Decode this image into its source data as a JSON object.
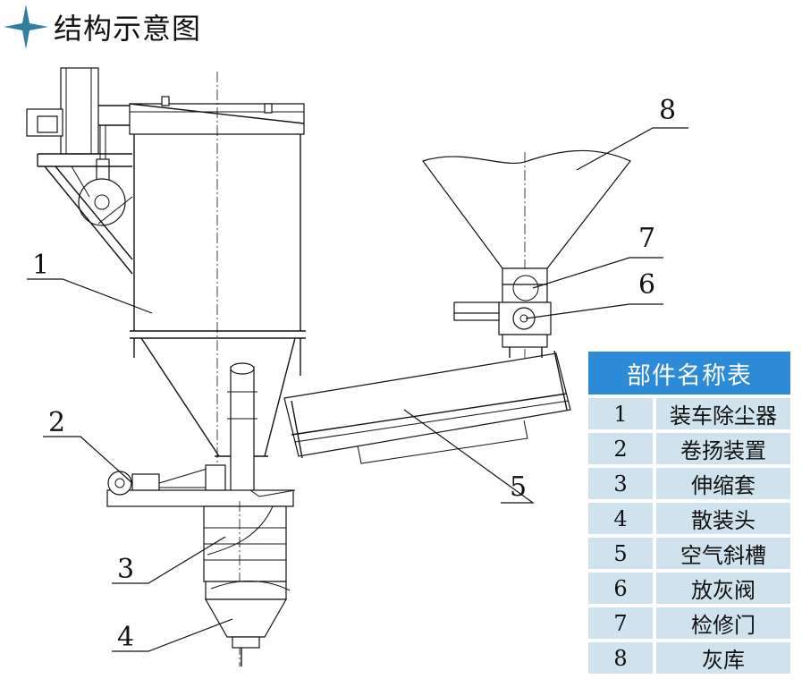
{
  "title": "结构示意图",
  "callout_numbers": [
    "1",
    "2",
    "3",
    "4",
    "5",
    "6",
    "7",
    "8"
  ],
  "parts_table": {
    "header": "部件名称表",
    "rows": [
      {
        "no": "1",
        "name": "装车除尘器"
      },
      {
        "no": "2",
        "name": "卷扬装置"
      },
      {
        "no": "3",
        "name": "伸缩套"
      },
      {
        "no": "4",
        "name": "散装头"
      },
      {
        "no": "5",
        "name": "空气斜槽"
      },
      {
        "no": "6",
        "name": "放灰阀"
      },
      {
        "no": "7",
        "name": "检修门"
      },
      {
        "no": "8",
        "name": "灰库"
      }
    ]
  },
  "colors": {
    "header_bg": "#2d8ad6",
    "row_bg": "#cfe3ef",
    "star": "#2f7fa0",
    "line": "#111111"
  }
}
